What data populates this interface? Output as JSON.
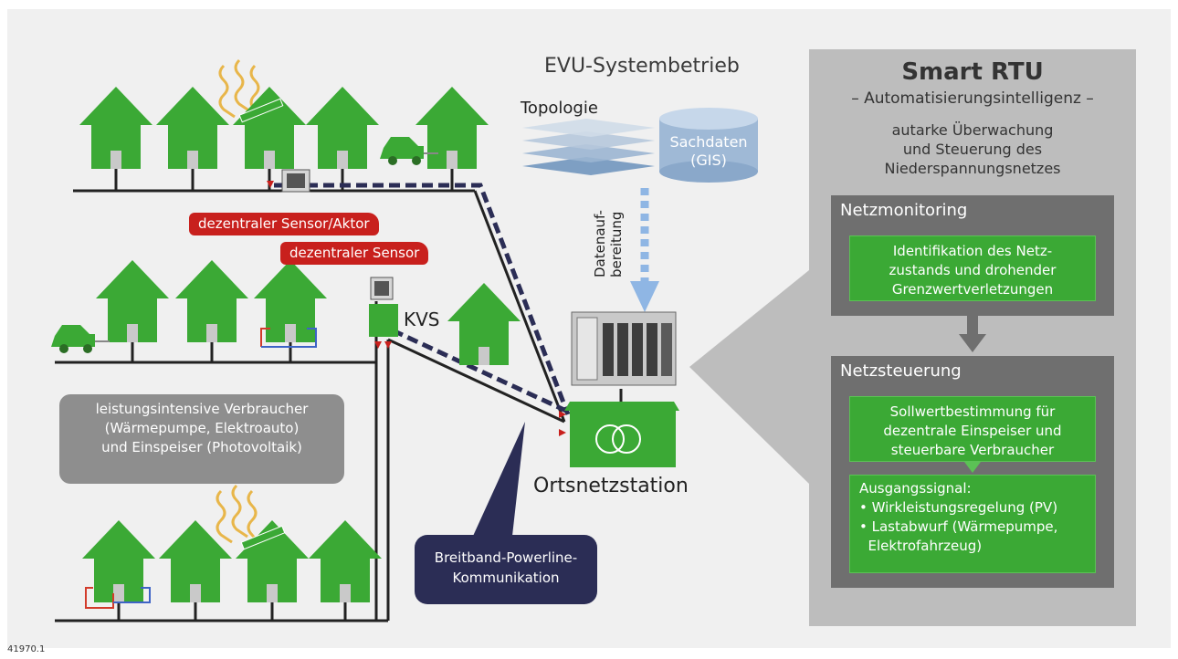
{
  "diagram": {
    "header": "EVU-Systembetrieb",
    "topologie": "Topologie",
    "sachdaten": [
      "Sachdaten",
      "(GIS)"
    ],
    "datenaufbereitung": [
      "Datenauf-",
      "bereitung"
    ],
    "tags": {
      "sensor_aktor": "dezentraler Sensor/Aktor",
      "sensor": "dezentraler Sensor"
    },
    "kvs": "KVS",
    "ortsnetzstation": "Ortsnetzstation",
    "verbraucher_box": [
      "leistungsintensive Verbraucher",
      "(Wärmepumpe, Elektroauto)",
      "und Einspeiser (Photovoltaik)"
    ],
    "powerline_box": [
      "Breitband-Powerline-",
      "Kommunikation"
    ],
    "code": "41970.1"
  },
  "panel": {
    "title": "Smart RTU",
    "subtitle": "– Automatisierungsintelligenz –",
    "description": [
      "autarke Überwachung",
      "und Steuerung des",
      "Niederspannungsnetzes"
    ],
    "netzmonitoring": {
      "title": "Netzmonitoring",
      "text": [
        "Identifikation des Netz-",
        "zustands und drohender",
        "Grenzwertverletzungen"
      ]
    },
    "netzsteuerung": {
      "title": "Netzsteuerung",
      "text": [
        "Sollwertbestimmung für",
        "dezentrale Einspeiser und",
        "steuerbare Verbraucher"
      ],
      "ausgang": [
        "Ausgangssignal:",
        "• Wirkleistungsregelung (PV)",
        "• Lastabwurf (Wärmepumpe,",
        "  Elektrofahrzeug)"
      ]
    }
  },
  "colors": {
    "house": "#3ba935",
    "red": "#c8201d",
    "navy": "#2b2d55",
    "panel": "#bdbdbd",
    "dark": "#6f6f6f"
  }
}
